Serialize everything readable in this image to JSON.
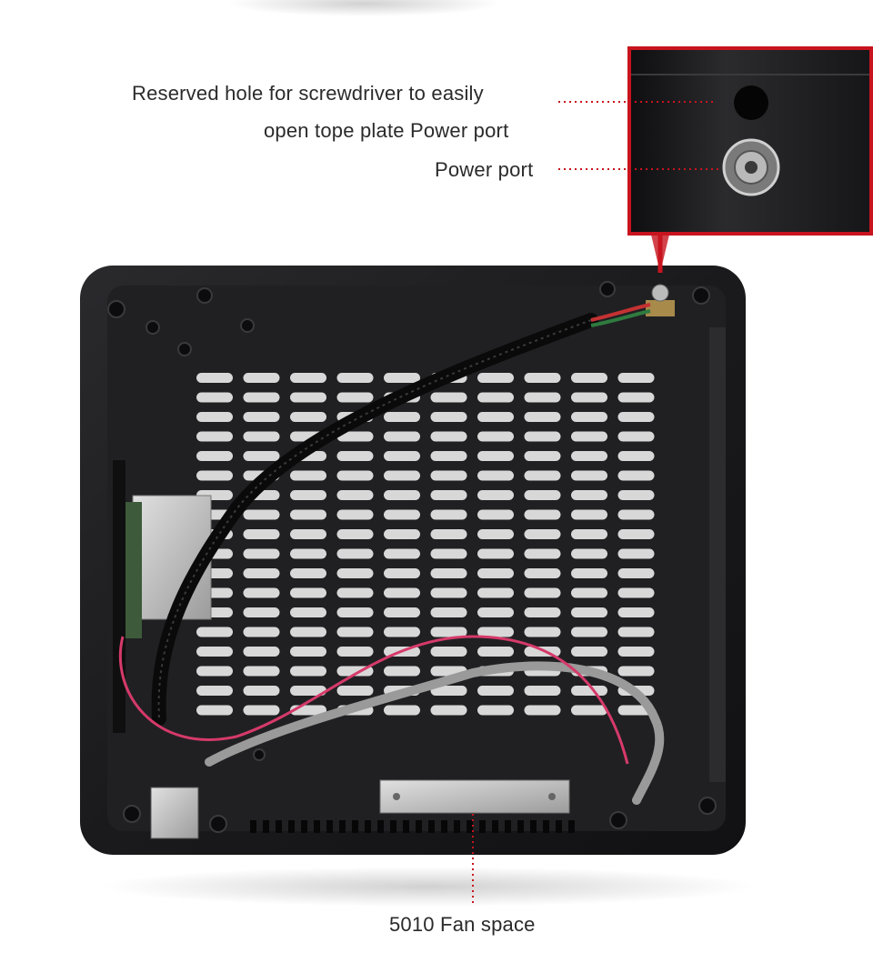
{
  "annotations": {
    "screw_hole_line1": "Reserved hole for screwdriver to easily",
    "screw_hole_line2": "open tope plate Power port",
    "power_port": "Power port",
    "fan_space": "5010 Fan space"
  },
  "colors": {
    "accent_red": "#c8141e",
    "case_body": "#1c1c1e",
    "vent_slot": "#d8d8d8"
  },
  "vent_grid": {
    "rows": 18,
    "cols": 10
  },
  "icons": [
    "screw-hole-icon",
    "power-jack-icon"
  ]
}
